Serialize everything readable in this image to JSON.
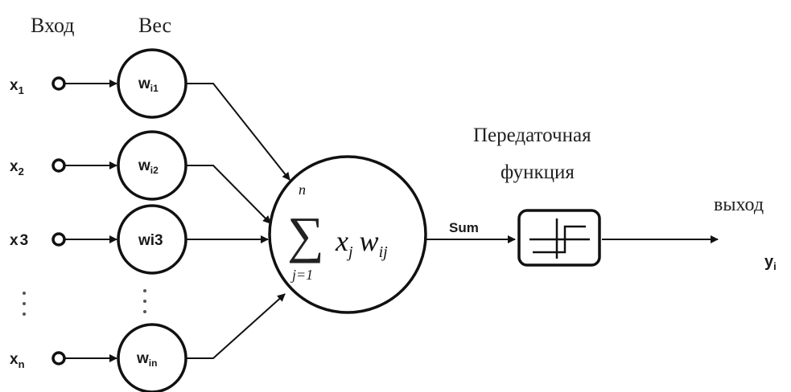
{
  "headers": {
    "input": "Вход",
    "weight": "Вес"
  },
  "inputs": [
    {
      "base": "x",
      "sub": "1"
    },
    {
      "base": "x",
      "sub": "2"
    },
    {
      "base": "x",
      "sub": "3"
    },
    {
      "base": "x",
      "sub": "n"
    }
  ],
  "weights": [
    {
      "base": "w",
      "sub": "i1"
    },
    {
      "base": "w",
      "sub": "i2"
    },
    {
      "base": "w",
      "sub": "i3"
    },
    {
      "base": "w",
      "sub": "in"
    }
  ],
  "summation": {
    "symbol": "∑",
    "upper": "n",
    "lower": "j=1",
    "term_x": "x",
    "term_x_sub": "j",
    "term_w": "w",
    "term_w_sub": "ij"
  },
  "sum_label": "Sum",
  "transfer": {
    "line1": "Передаточная",
    "line2": "функция"
  },
  "output": {
    "label": "выход",
    "base": "y",
    "sub": "i"
  }
}
